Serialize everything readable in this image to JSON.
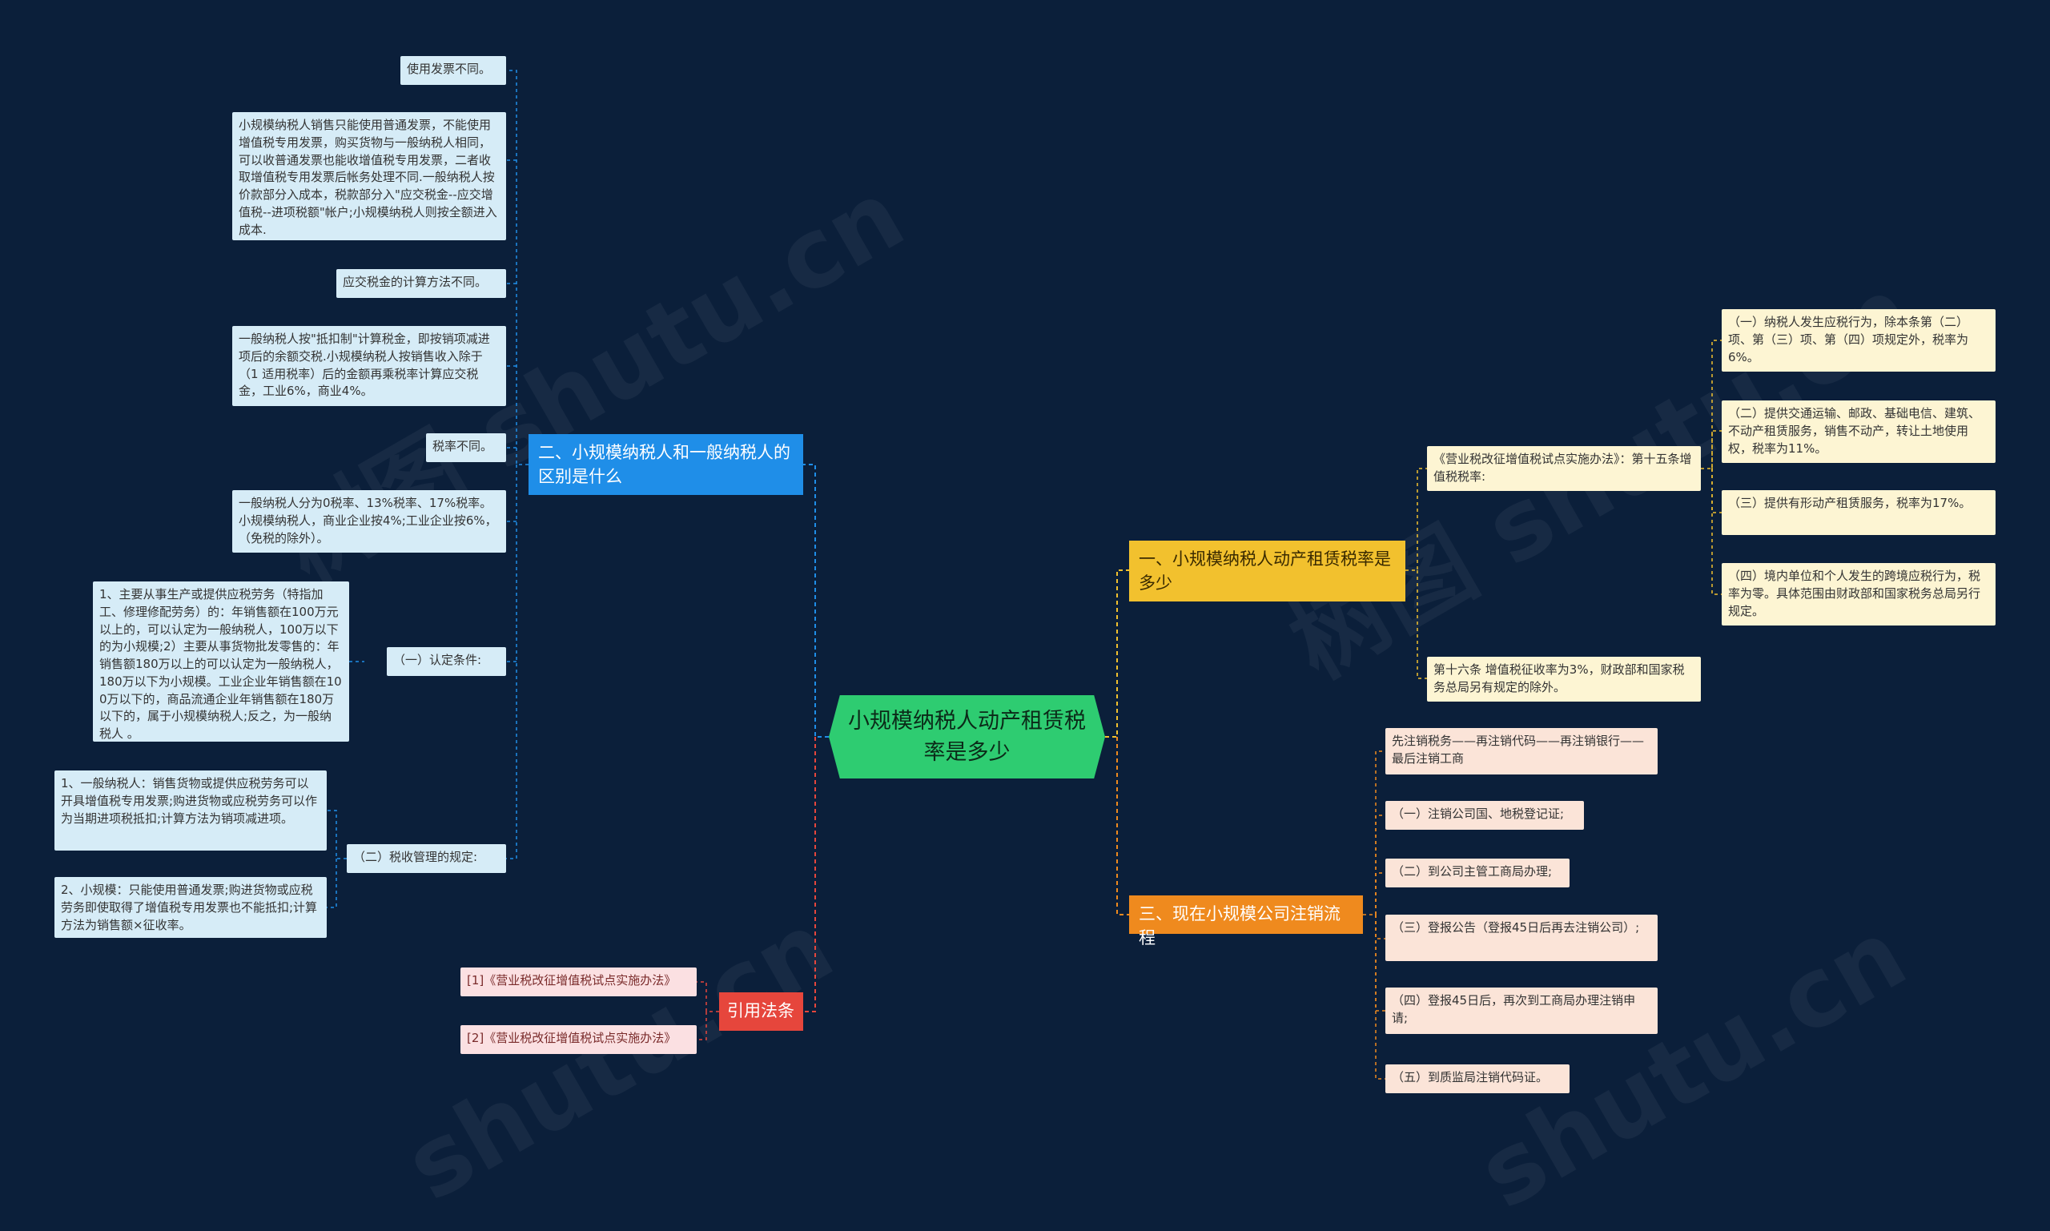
{
  "watermark": "树图 shutu.cn",
  "center": {
    "label": "小规模纳税人动产租赁税率是多少"
  },
  "branches": {
    "left_blue": {
      "label": "二、小规模纳税人和一般纳税人的区别是什么"
    },
    "left_red": {
      "label": "引用法条"
    },
    "right_yellow": {
      "label": "一、小规模纳税人动产租赁税率是多少"
    },
    "right_orange": {
      "label": "三、现在小规模公司注销流程"
    }
  },
  "left_items": [
    "使用发票不同。",
    "小规模纳税人销售只能使用普通发票，不能使用增值税专用发票，购买货物与一般纳税人相同，可以收普通发票也能收增值税专用发票，二者收取增值税专用发票后帐务处理不同.一般纳税人按价款部分入成本，税款部分入\"应交税金--应交增值税--进项税额\"帐户;小规模纳税人则按全额进入成本.",
    "应交税金的计算方法不同。",
    "一般纳税人按\"抵扣制\"计算税金，即按销项减进项后的余额交税.小规模纳税人按销售收入除于（1 适用税率）后的金额再乘税率计算应交税金，工业6%，商业4%。",
    "税率不同。",
    "一般纳税人分为0税率、13%税率、17%税率。小规模纳税人，商业企业按4%;工业企业按6%，（免税的除外）。"
  ],
  "left_sub1": {
    "label": "（一）认定条件:",
    "child": "1、主要从事生产或提供应税劳务（特指加工、修理修配劳务）的：年销售额在100万元以上的，可以认定为一般纳税人，100万以下的为小规模;2）主要从事货物批发零售的：年销售额180万以上的可以认定为一般纳税人，180万以下为小规模。工业企业年销售额在100万以下的，商品流通企业年销售额在180万以下的，属于小规模纳税人;反之，为一般纳税人 。"
  },
  "left_sub2": {
    "label": "（二）税收管理的规定:",
    "children": [
      "1、一般纳税人：销售货物或提供应税劳务可以开具增值税专用发票;购进货物或应税劳务可以作为当期进项税抵扣;计算方法为销项减进项。",
      "2、小规模：只能使用普通发票;购进货物或应税劳务即使取得了增值税专用发票也不能抵扣;计算方法为销售额×征收率。"
    ]
  },
  "refs": [
    "[1]《营业税改征增值税试点实施办法》",
    "[2]《营业税改征增值税试点实施办法》"
  ],
  "right_yellow_items": {
    "art15": "《营业税改征增值税试点实施办法》：第十五条增值税税率:",
    "art15_children": [
      "（一）纳税人发生应税行为，除本条第（二）项、第（三）项、第（四）项规定外，税率为6%。",
      "（二）提供交通运输、邮政、基础电信、建筑、不动产租赁服务，销售不动产，转让土地使用权，税率为11%。",
      "（三）提供有形动产租赁服务，税率为17%。",
      "（四）境内单位和个人发生的跨境应税行为，税率为零。具体范围由财政部和国家税务总局另行规定。"
    ],
    "art16": "第十六条 增值税征收率为3%，财政部和国家税务总局另有规定的除外。"
  },
  "right_orange_items": [
    "先注销税务——再注销代码——再注销银行——最后注销工商",
    "（一）注销公司国、地税登记证;",
    "（二）到公司主管工商局办理;",
    "（三）登报公告（登报45日后再去注销公司）;",
    "（四）登报45日后，再次到工商局办理注销申请;",
    "（五）到质监局注销代码证。"
  ],
  "colors": {
    "background": "#0b1f3a",
    "center": "#2ecc71",
    "blue": "#1f8ee8",
    "yellow": "#f2c12e",
    "orange": "#ef8a1e",
    "red": "#e6463c"
  }
}
